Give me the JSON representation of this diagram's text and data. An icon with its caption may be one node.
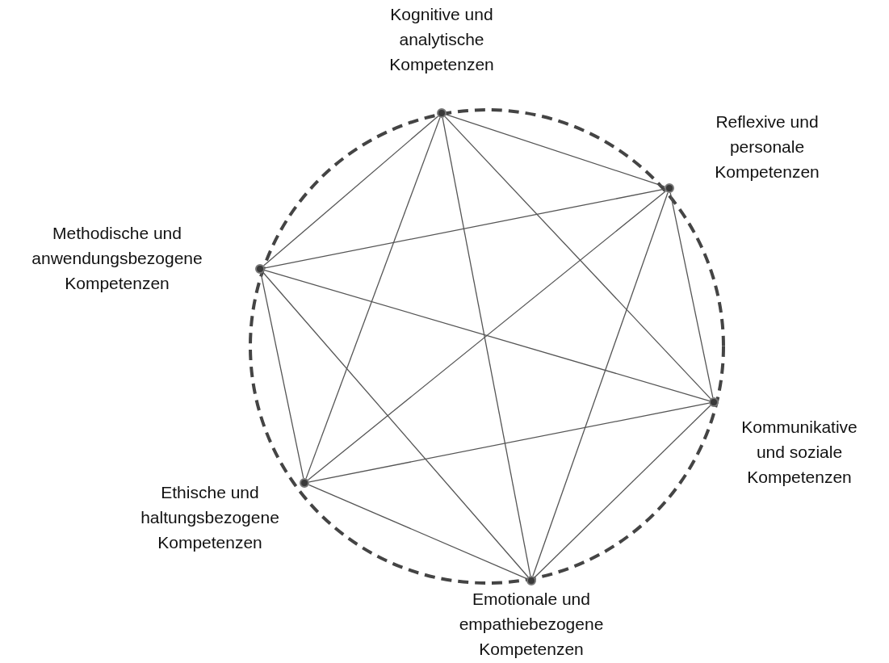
{
  "diagram": {
    "nodes": [
      {
        "text": [],
        "shape": "circle",
        "beside": [
          "Kognitive und analytische Kompetenzen"
        ]
      },
      {
        "text": [],
        "shape": "circle",
        "beside": [
          "Reflexive und personale Kompetenzen"
        ]
      },
      {
        "text": [],
        "shape": "circle",
        "beside": [
          "Kommunikative und soziale Kompetenzen"
        ]
      },
      {
        "text": [],
        "shape": "circle",
        "beside": [
          "Emotionale und empathiebezogene Kompetenzen"
        ]
      },
      {
        "text": [],
        "shape": "circle",
        "beside": [
          "Ethische und haltungsbezogene Kompetenzen"
        ]
      },
      {
        "text": [],
        "shape": "circle",
        "beside": [
          "Methodische und anwendungsbezogene Kompetenzen"
        ]
      }
    ],
    "edges": [
      {
        "from": 0,
        "to": 1,
        "arrow": "none"
      },
      {
        "from": 0,
        "to": 2,
        "arrow": "none"
      },
      {
        "from": 0,
        "to": 3,
        "arrow": "none"
      },
      {
        "from": 0,
        "to": 4,
        "arrow": "none"
      },
      {
        "from": 0,
        "to": 5,
        "arrow": "none"
      },
      {
        "from": 1,
        "to": 2,
        "arrow": "none"
      },
      {
        "from": 1,
        "to": 3,
        "arrow": "none"
      },
      {
        "from": 1,
        "to": 4,
        "arrow": "none"
      },
      {
        "from": 1,
        "to": 5,
        "arrow": "none"
      },
      {
        "from": 2,
        "to": 3,
        "arrow": "none"
      },
      {
        "from": 2,
        "to": 4,
        "arrow": "none"
      },
      {
        "from": 2,
        "to": 5,
        "arrow": "none"
      },
      {
        "from": 3,
        "to": 4,
        "arrow": "none"
      },
      {
        "from": 3,
        "to": 5,
        "arrow": "none"
      },
      {
        "from": 4,
        "to": 5,
        "arrow": "none"
      }
    ]
  }
}
